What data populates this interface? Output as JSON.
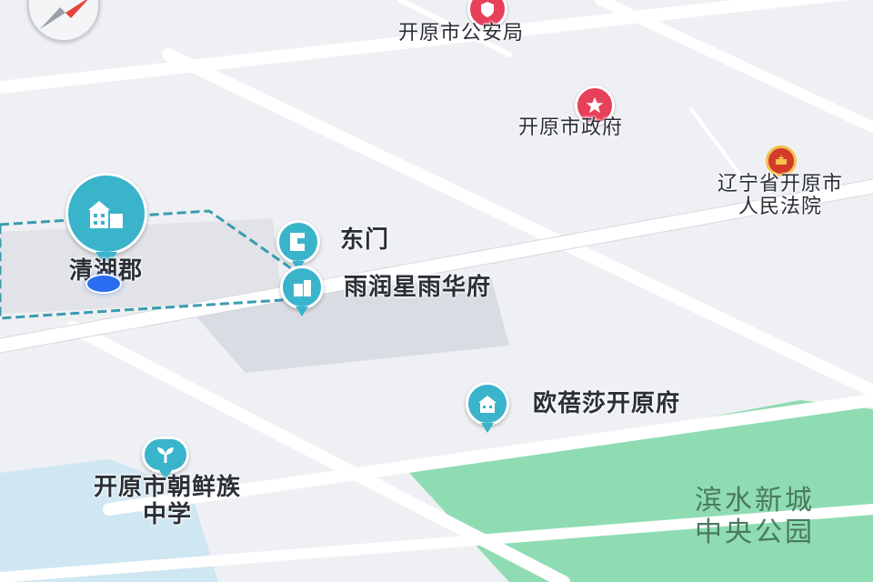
{
  "map": {
    "colors": {
      "background": "#eef0f4",
      "road": "#ffffff",
      "park": "#8fdcb3",
      "water": "#cfe6f3",
      "building": "#d9dce2",
      "boundary": "#3a9bb0",
      "poi_pin": "#3ab4cb",
      "gov_pin": "#e7405a",
      "location_dot": "#2a6df0"
    },
    "compass": {
      "icon": "compass-icon"
    },
    "pois": {
      "police": {
        "name": "开原市公安局",
        "icon": "police-badge-icon"
      },
      "government": {
        "name": "开原市政府",
        "icon": "star-icon"
      },
      "court": {
        "name_line1": "辽宁省开原市",
        "name_line2": "人民法院",
        "icon": "national-emblem-icon"
      },
      "east_gate": {
        "name": "东门",
        "icon": "gate-icon"
      },
      "qinghujun": {
        "name": "清湖郡",
        "icon": "residential-building-icon"
      },
      "yurun": {
        "name": "雨润星雨华府",
        "icon": "residential-building-icon"
      },
      "oupeisha": {
        "name": "欧蓓莎开原府",
        "icon": "residential-building-icon"
      },
      "school": {
        "name_line1": "开原市朝鲜族",
        "name_line2": "中学",
        "icon": "school-sprout-icon"
      },
      "park": {
        "name_line1": "滨水新城",
        "name_line2": "中央公园"
      }
    }
  }
}
